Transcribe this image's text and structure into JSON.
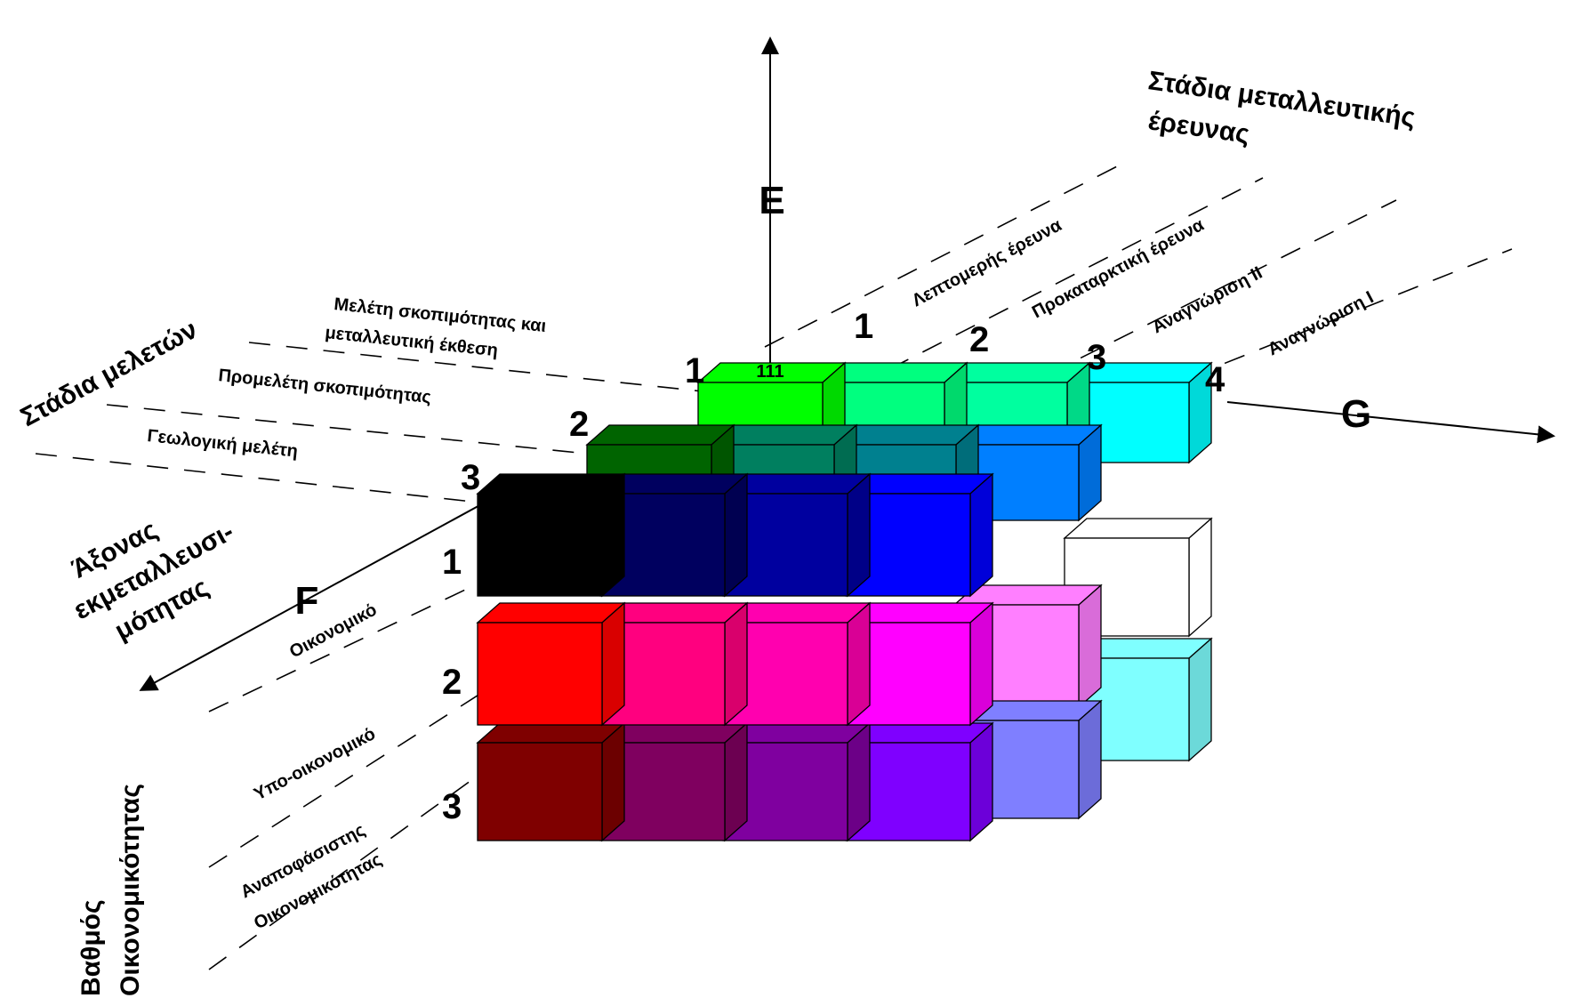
{
  "axes": {
    "vertical": "E",
    "right": "G",
    "front": "F"
  },
  "headings": {
    "stadia_meletwn": "Στάδια μελετών",
    "metalleutikis_line1": "Στάδια μεταλλευτικής",
    "metalleutikis_line2": "έρευνας",
    "axonas_line1": "Άξονας",
    "axonas_line2": "εκμεταλλευσι-",
    "axonas_line3": "μότητας",
    "vathmos_line1": "Βαθμός",
    "vathmos_line2": "Οικονομικότητας"
  },
  "study_stages": [
    {
      "num": "1",
      "line1": "Μελέτη σκοπιμότητας και",
      "line2": "μεταλλευτική έκθεση"
    },
    {
      "num": "2",
      "line1": "Προμελέτη σκοπιμότητας",
      "line2": ""
    },
    {
      "num": "3",
      "line1": "Γεωλογική μελέτη",
      "line2": ""
    }
  ],
  "exploration_stages": [
    {
      "num": "1",
      "label": "Λεπτομερής έρευνα"
    },
    {
      "num": "2",
      "label": "Προκαταρκτική έρευνα"
    },
    {
      "num": "3",
      "label": "Αναγνώριση II"
    },
    {
      "num": "4",
      "label": "Αναγνώριση I"
    }
  ],
  "economic_levels": [
    {
      "num": "1",
      "line1": "Οικονομικό",
      "line2": ""
    },
    {
      "num": "2",
      "line1": "Υπο-οικονομικό",
      "line2": ""
    },
    {
      "num": "3",
      "line1": "Αναποφάσιστης",
      "line2": "Οικονομικότητας"
    }
  ],
  "cube_code": "111",
  "colors": {
    "E1": [
      "#00ff00",
      "#00ff7f",
      "#00ff9f",
      "#00ffff"
    ],
    "E2": [
      "#006400",
      "#007f5f",
      "#00808f",
      "#007fff"
    ],
    "F1": [
      "#000000",
      "#00005f",
      "#00009f",
      "#0000ff"
    ],
    "F1_back": [
      "#ffffff"
    ],
    "F2": [
      "#ff0000",
      "#ff007f",
      "#ff00af",
      "#ff00ff"
    ],
    "F2_back": [
      "#ff7fff",
      "#7fffff"
    ],
    "F3": [
      "#7f0000",
      "#7f005f",
      "#7f009f",
      "#7f00ff"
    ],
    "F3_back": [
      "#7f7fff"
    ]
  }
}
